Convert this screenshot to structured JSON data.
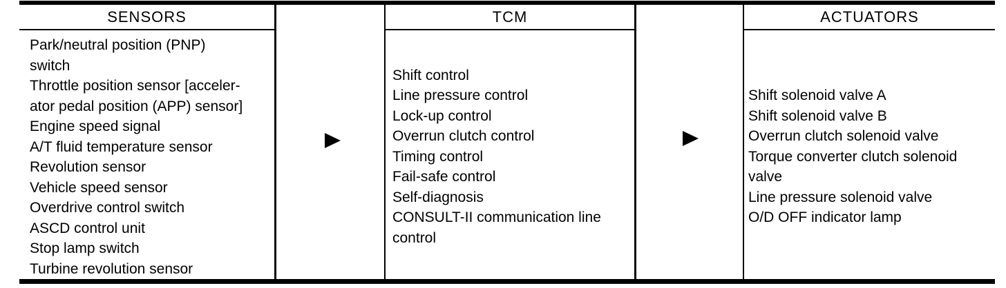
{
  "diagram": {
    "type": "signal-flow-block-diagram",
    "colors": {
      "ink": "#000000",
      "background": "#ffffff"
    },
    "columns": [
      {
        "header": "SENSORS",
        "items": [
          "Park/neutral position (PNP)\nswitch",
          "Throttle position sensor [acceler-\nator pedal position (APP) sensor]",
          "Engine speed signal",
          "A/T fluid temperature sensor",
          "Revolution sensor",
          "Vehicle speed sensor",
          "Overdrive control switch",
          "ASCD control unit",
          "Stop lamp switch",
          "Turbine revolution sensor"
        ]
      },
      {
        "header": "TCM",
        "items": [
          "Shift control",
          "Line pressure control",
          "Lock-up control",
          "Overrun clutch control",
          "Timing control",
          "Fail-safe control",
          "Self-diagnosis",
          "CONSULT-II communication line\ncontrol"
        ]
      },
      {
        "header": "ACTUATORS",
        "items": [
          "Shift solenoid valve A",
          "Shift solenoid valve B",
          "Overrun clutch solenoid valve",
          "Torque converter clutch solenoid\nvalve",
          "Line pressure solenoid valve",
          "O/D OFF indicator lamp"
        ]
      }
    ],
    "arrows": [
      {
        "icon": "right-arrow",
        "from": "SENSORS",
        "to": "TCM"
      },
      {
        "icon": "right-arrow",
        "from": "TCM",
        "to": "ACTUATORS"
      }
    ]
  }
}
